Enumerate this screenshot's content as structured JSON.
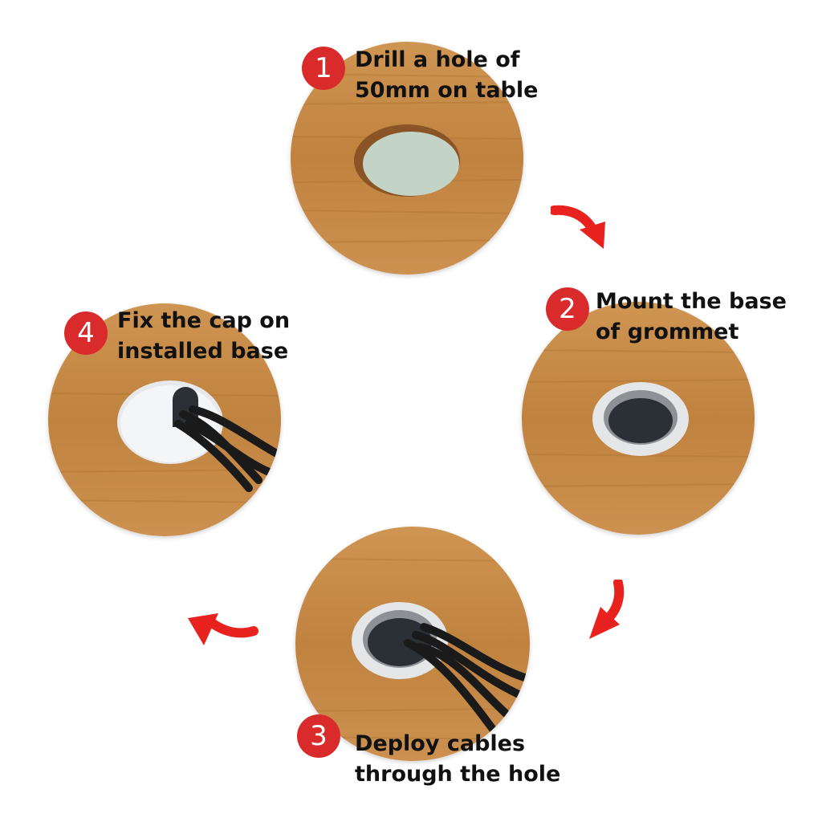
{
  "steps": [
    {
      "number": "1",
      "lines": [
        "Drill a hole of",
        "50mm on table"
      ]
    },
    {
      "number": "2",
      "lines": [
        "Mount the base",
        "of grommet"
      ]
    },
    {
      "number": "3",
      "lines": [
        "Deploy cables",
        "through the hole"
      ]
    },
    {
      "number": "4",
      "lines": [
        "Fix the cap on",
        "installed base"
      ]
    }
  ],
  "colors": {
    "badge_red": "#d92b2b",
    "arrow_red": "#e8231f",
    "wood": "#c98d4b",
    "wood_dark": "#a96c30",
    "hole_fill": "#c3d3c6",
    "grommet_metal": "#e4e6e8",
    "cable": "#1a1a1a"
  },
  "icons": [
    "curved-arrow-icon"
  ]
}
